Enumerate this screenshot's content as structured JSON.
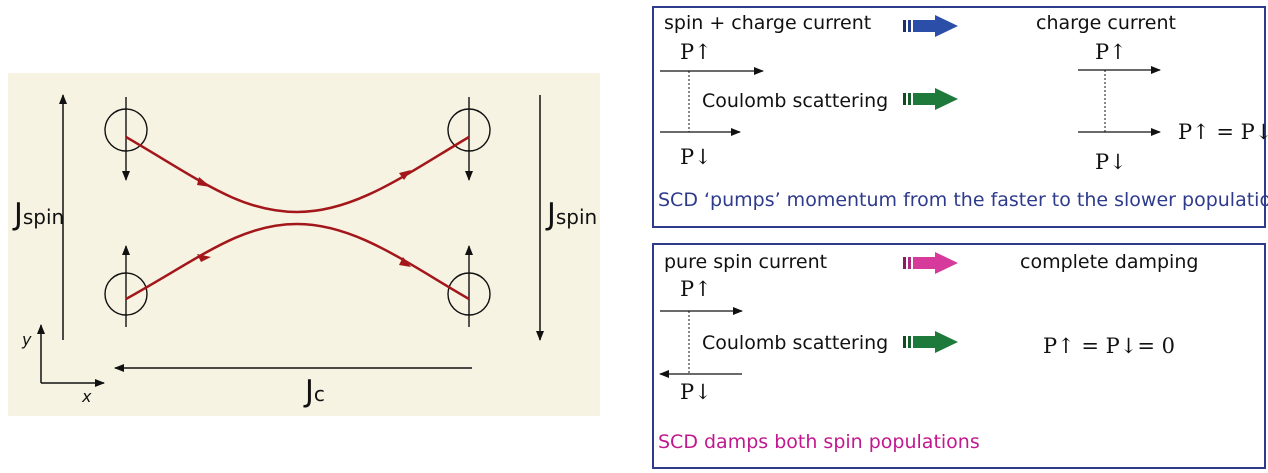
{
  "left_panel": {
    "background": "#f7f3e3",
    "curve_color": "#a3161a",
    "j_spin_left": {
      "main": "J",
      "sub": "spin"
    },
    "j_spin_right": {
      "main": "J",
      "sub": "spin"
    },
    "j_c": {
      "main": "J",
      "sub": "c"
    },
    "axis_x": "x",
    "axis_y": "y"
  },
  "top_box": {
    "border_color": "#2e3a8c",
    "header_left": "spin + charge current",
    "header_right": "charge current",
    "header_arrow_color": "#2b4fa8",
    "middle_label": "Coulomb scattering",
    "middle_arrow_color": "#1e7a3a",
    "p_up": "P↑",
    "p_down": "P↓",
    "equation": "P↑ = P↓",
    "caption": "SCD ‘pumps’ momentum from the faster to the slower population",
    "caption_color": "#2e3a8c"
  },
  "bottom_box": {
    "border_color": "#2e3a8c",
    "header_left": "pure spin current",
    "header_right": "complete damping",
    "header_arrow_color": "#d63a9a",
    "middle_label": "Coulomb scattering",
    "middle_arrow_color": "#1e7a3a",
    "p_up": "P↑",
    "p_down": "P↓",
    "equation": "P↑ = P↓= 0",
    "caption": "SCD damps both spin populations",
    "caption_color": "#c2188f"
  }
}
